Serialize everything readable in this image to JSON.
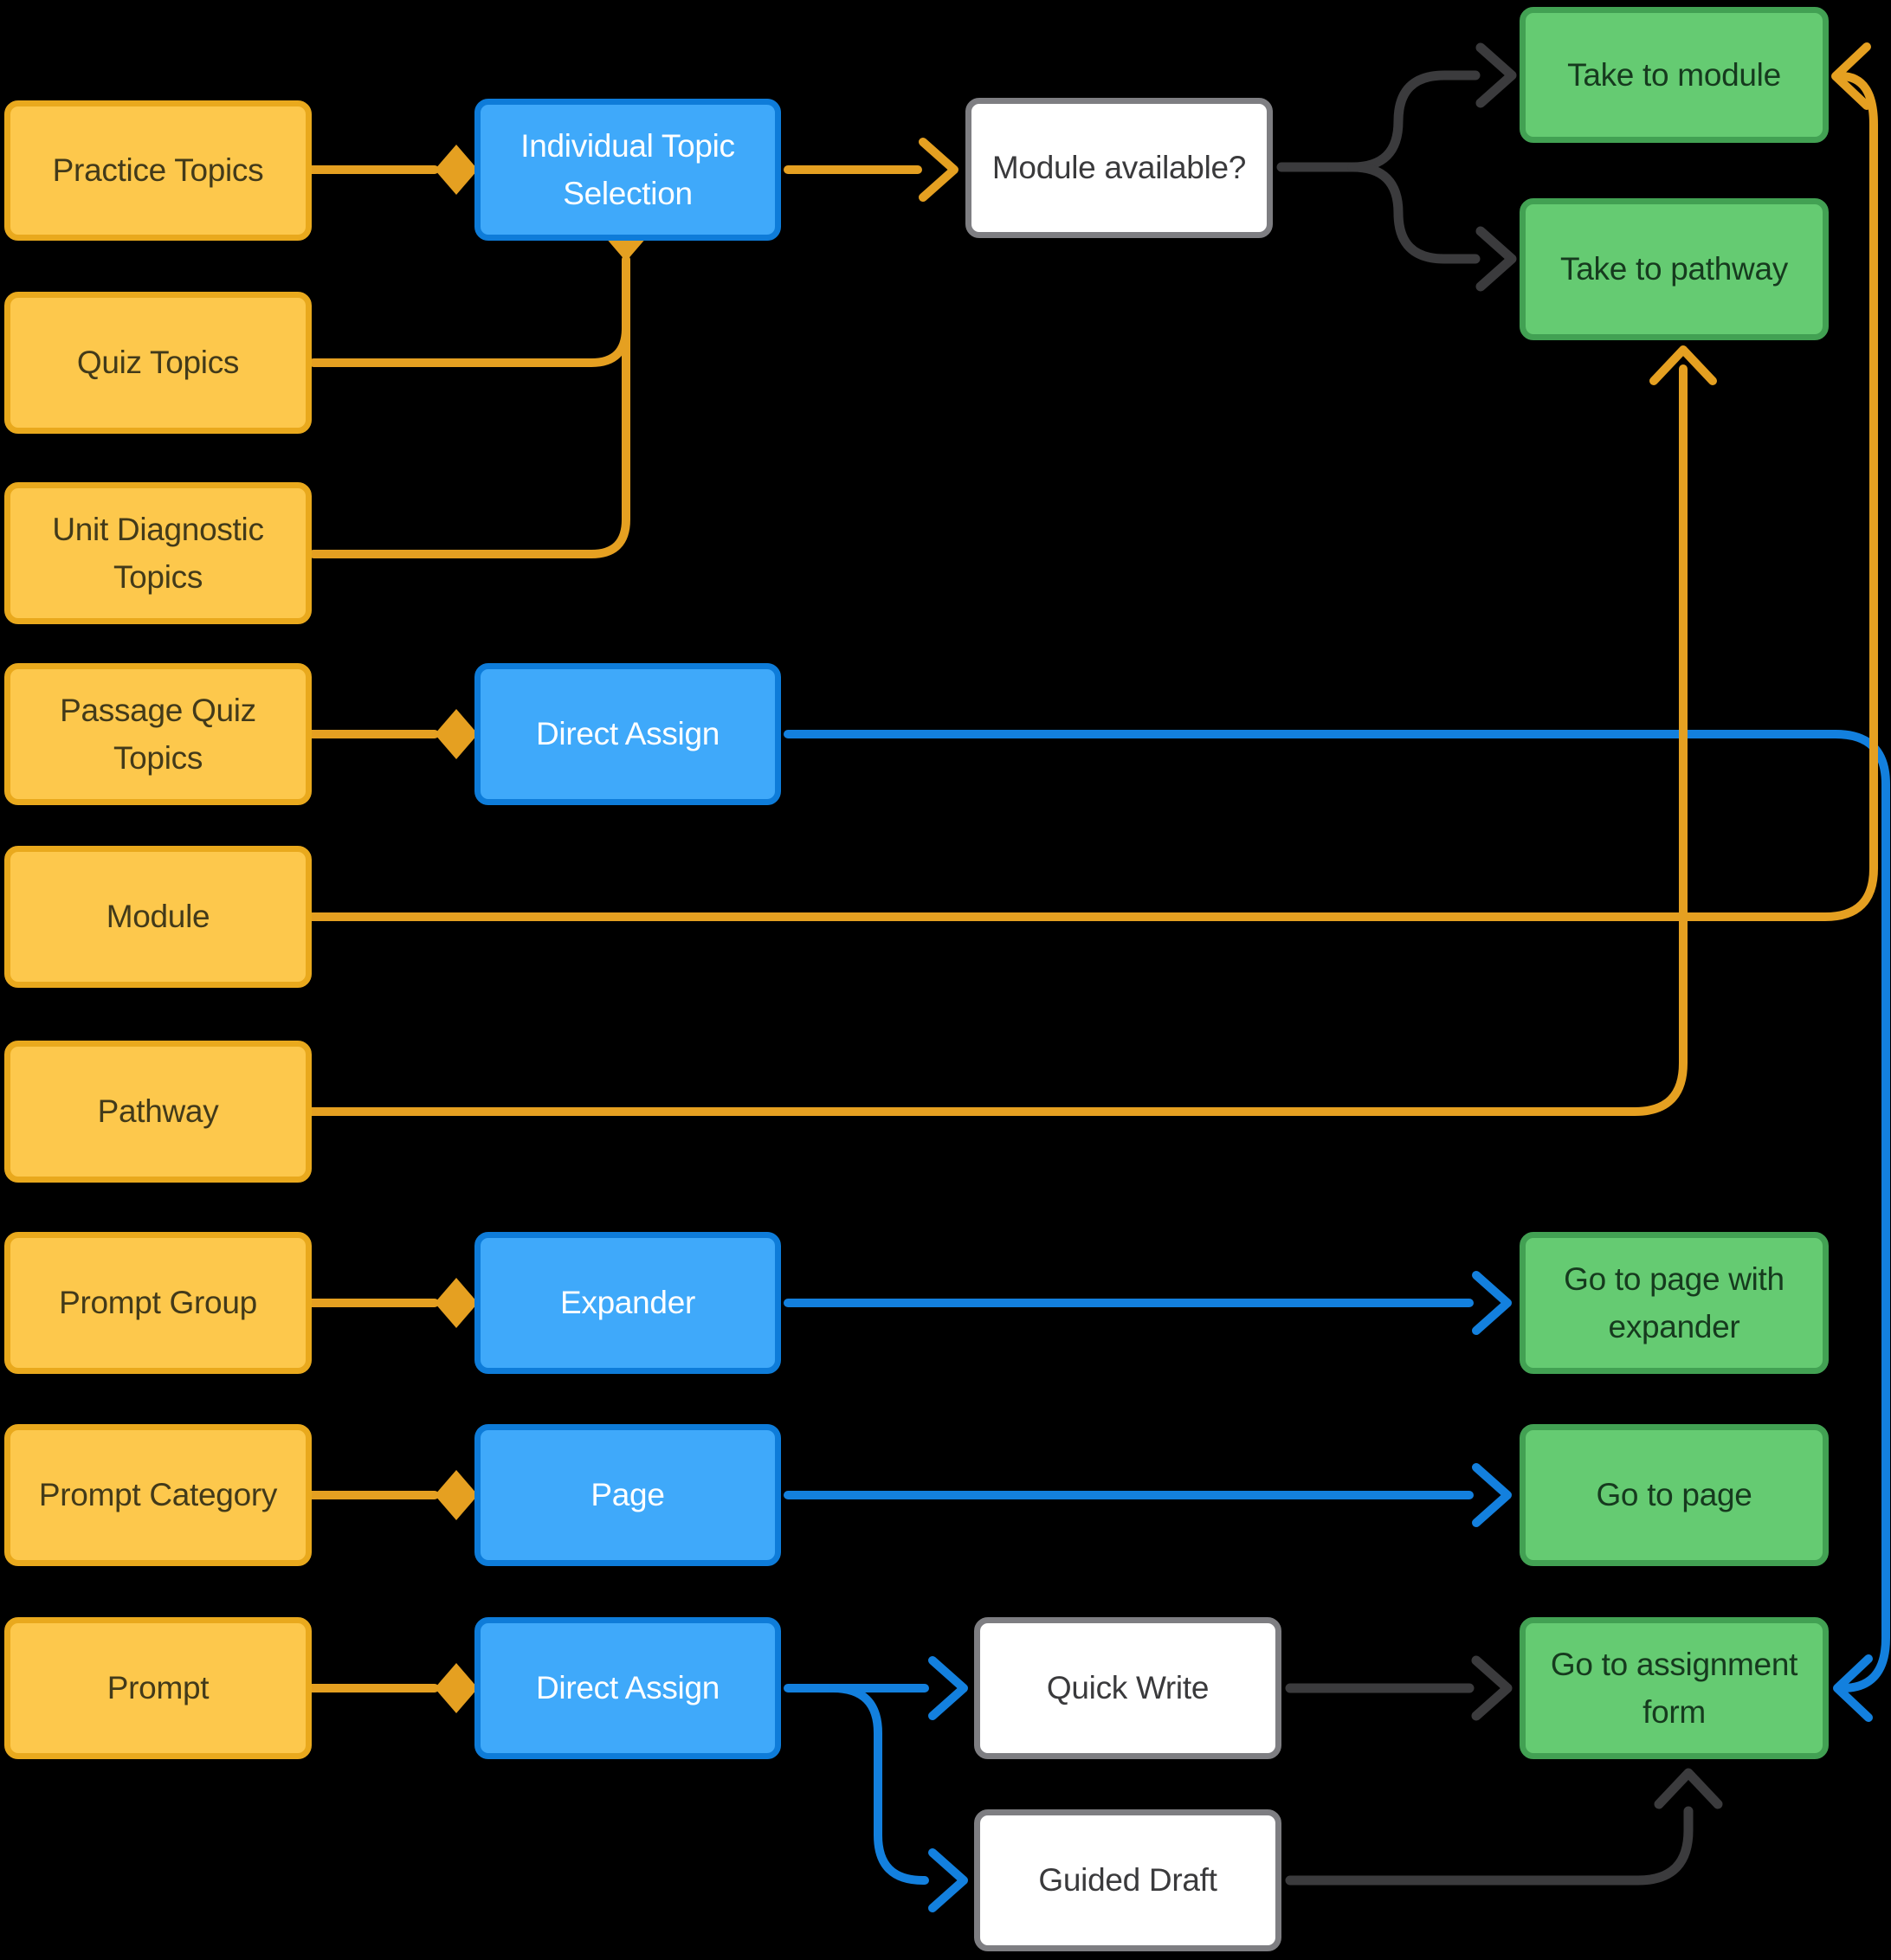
{
  "diagram": {
    "background": "#000000",
    "palette": {
      "yellow_fill": "#FDC84C",
      "yellow_border": "#E9A91D",
      "blue_fill": "#3FA9FA",
      "blue_border": "#0E7CD9",
      "green_fill": "#65CB72",
      "green_border": "#42A153",
      "white_fill": "#FFFFFF",
      "white_border": "#7E7E82",
      "orange_line": "#E5A021",
      "blue_line": "#1380DE",
      "dark_line": "#3B3B3D"
    },
    "nodes": {
      "practice_topics": {
        "label": "Practice Topics"
      },
      "quiz_topics": {
        "label": "Quiz Topics"
      },
      "unit_diagnostic_topics": {
        "label": "Unit Diagnostic Topics"
      },
      "passage_quiz_topics": {
        "label": "Passage Quiz Topics"
      },
      "module": {
        "label": "Module"
      },
      "pathway": {
        "label": "Pathway"
      },
      "prompt_group": {
        "label": "Prompt Group"
      },
      "prompt_category": {
        "label": "Prompt Category"
      },
      "prompt": {
        "label": "Prompt"
      },
      "individual_topic_selection": {
        "label": "Individual Topic Selection"
      },
      "direct_assign_topics": {
        "label": "Direct Assign"
      },
      "expander": {
        "label": "Expander"
      },
      "page": {
        "label": "Page"
      },
      "direct_assign_prompt": {
        "label": "Direct Assign"
      },
      "module_available": {
        "label": "Module available?"
      },
      "quick_write": {
        "label": "Quick Write"
      },
      "guided_draft": {
        "label": "Guided Draft"
      },
      "take_to_module": {
        "label": "Take to module"
      },
      "take_to_pathway": {
        "label": "Take to pathway"
      },
      "go_to_page_with_expander": {
        "label": "Go to page with expander"
      },
      "go_to_page": {
        "label": "Go to page"
      },
      "go_to_assignment_form": {
        "label": "Go to assignment form"
      }
    },
    "edges": [
      {
        "from": "Practice Topics",
        "to": "Individual Topic Selection",
        "style": "orange-diamond"
      },
      {
        "from": "Quiz Topics",
        "to": "Individual Topic Selection",
        "style": "orange-diamond"
      },
      {
        "from": "Unit Diagnostic Topics",
        "to": "Individual Topic Selection",
        "style": "orange-diamond"
      },
      {
        "from": "Individual Topic Selection",
        "to": "Module available?",
        "style": "orange-arrow"
      },
      {
        "from": "Module available?",
        "to": "Take to module",
        "style": "dark-arrow"
      },
      {
        "from": "Module available?",
        "to": "Take to pathway",
        "style": "dark-arrow"
      },
      {
        "from": "Passage Quiz Topics",
        "to": "Direct Assign",
        "style": "orange-diamond"
      },
      {
        "from": "Direct Assign",
        "to": "Go to assignment form",
        "style": "blue-arrow"
      },
      {
        "from": "Module",
        "to": "Take to module",
        "style": "orange-arrow"
      },
      {
        "from": "Pathway",
        "to": "Take to pathway",
        "style": "orange-arrow"
      },
      {
        "from": "Prompt Group",
        "to": "Expander",
        "style": "orange-diamond"
      },
      {
        "from": "Expander",
        "to": "Go to page with expander",
        "style": "blue-arrow"
      },
      {
        "from": "Prompt Category",
        "to": "Page",
        "style": "orange-diamond"
      },
      {
        "from": "Page",
        "to": "Go to page",
        "style": "blue-arrow"
      },
      {
        "from": "Prompt",
        "to": "Direct Assign",
        "style": "orange-diamond"
      },
      {
        "from": "Direct Assign",
        "to": "Quick Write",
        "style": "blue-arrow"
      },
      {
        "from": "Direct Assign",
        "to": "Guided Draft",
        "style": "blue-arrow"
      },
      {
        "from": "Quick Write",
        "to": "Go to assignment form",
        "style": "dark-arrow"
      },
      {
        "from": "Guided Draft",
        "to": "Go to assignment form",
        "style": "dark-arrow"
      }
    ]
  }
}
